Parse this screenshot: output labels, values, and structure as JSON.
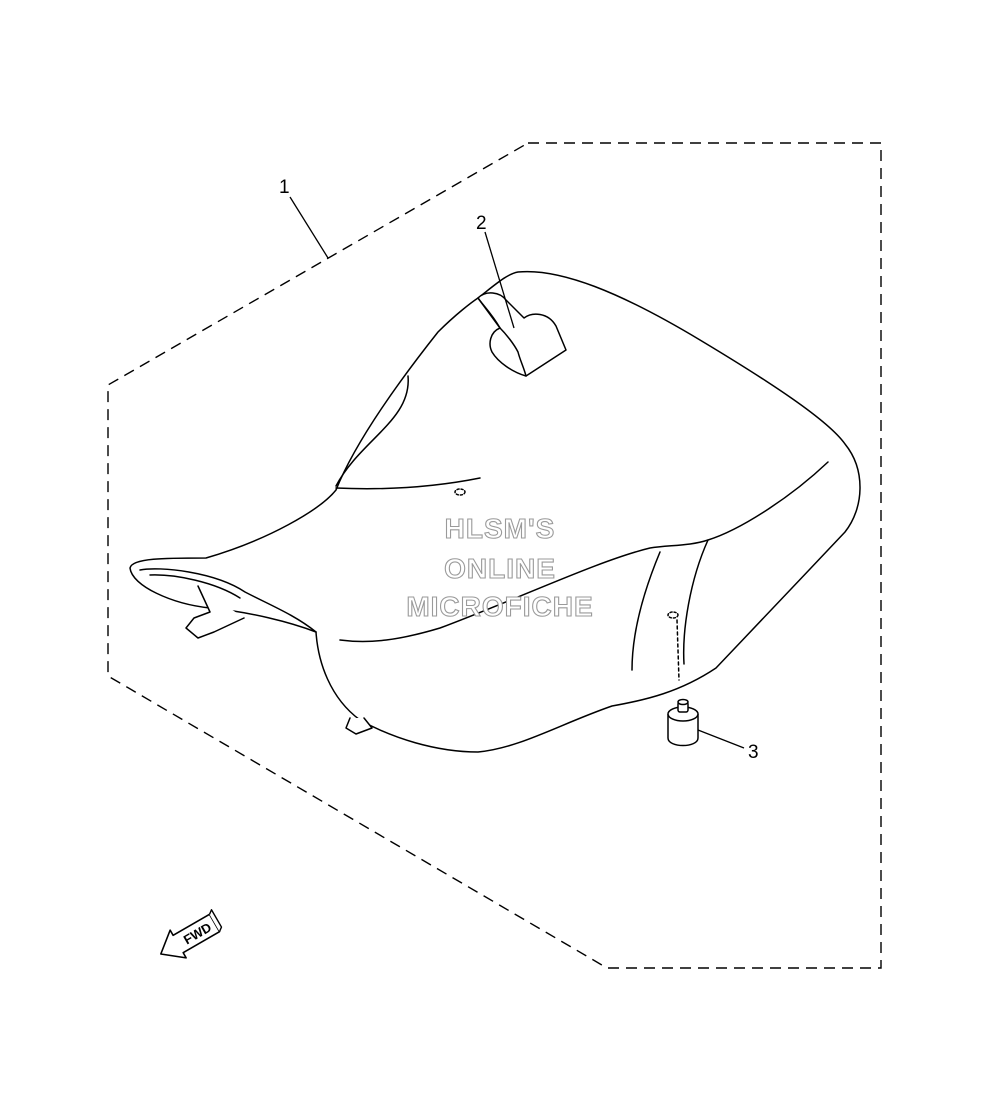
{
  "diagram": {
    "callouts": [
      {
        "id": "1",
        "label": "1"
      },
      {
        "id": "2",
        "label": "2"
      },
      {
        "id": "3",
        "label": "3"
      }
    ],
    "watermark": {
      "line1": "HLSM'S",
      "line2": "ONLINE",
      "line3": "MICROFICHE"
    },
    "direction_arrow": {
      "label": "FWD",
      "icon": "forward-arrow-icon"
    },
    "colors": {
      "line": "#000000",
      "background": "#ffffff",
      "watermark_outline": "#9a9a9a"
    }
  }
}
